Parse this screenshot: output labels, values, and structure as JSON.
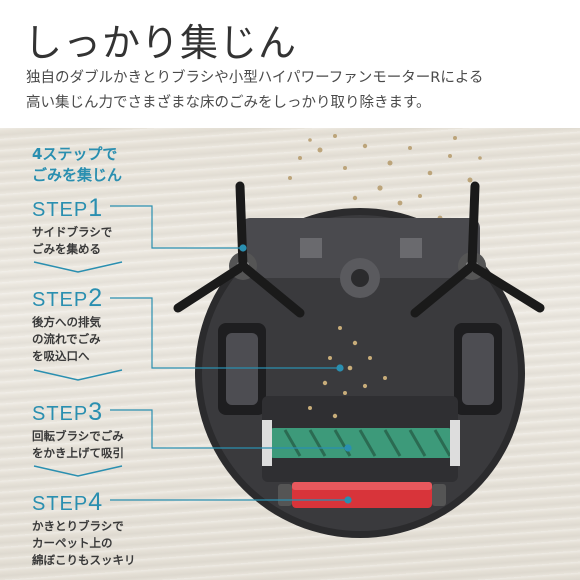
{
  "header": {
    "title": "しっかり集じん",
    "description_lines": [
      "独自のダブルかきとりブラシや小型ハイパワーファンモーターRによる",
      "高い集じん力でさまざまな床のごみをしっかり取り除きます。"
    ]
  },
  "steps_heading": [
    "4ステップで",
    "ごみを集じん"
  ],
  "steps": [
    {
      "label": "STEP",
      "number": "1",
      "lines": [
        "サイドブラシで",
        "ごみを集める"
      ]
    },
    {
      "label": "STEP",
      "number": "2",
      "lines": [
        "後方への排気",
        "の流れでごみ",
        "を吸込口へ"
      ]
    },
    {
      "label": "STEP",
      "number": "3",
      "lines": [
        "回転ブラシでごみ",
        "をかき上げて吸引"
      ]
    },
    {
      "label": "STEP",
      "number": "4",
      "lines": [
        "かきとりブラシで",
        "カーペット上の",
        "綿ぼこりもスッキリ"
      ]
    }
  ],
  "colors": {
    "accent": "#2a8fb0",
    "title_text": "#333333",
    "floor": "#e7e2d8",
    "robot_body": "#2b2b2d",
    "brush_green": "#3d9a7a",
    "brush_red": "#d8343a",
    "dust": "#b59a6a"
  }
}
